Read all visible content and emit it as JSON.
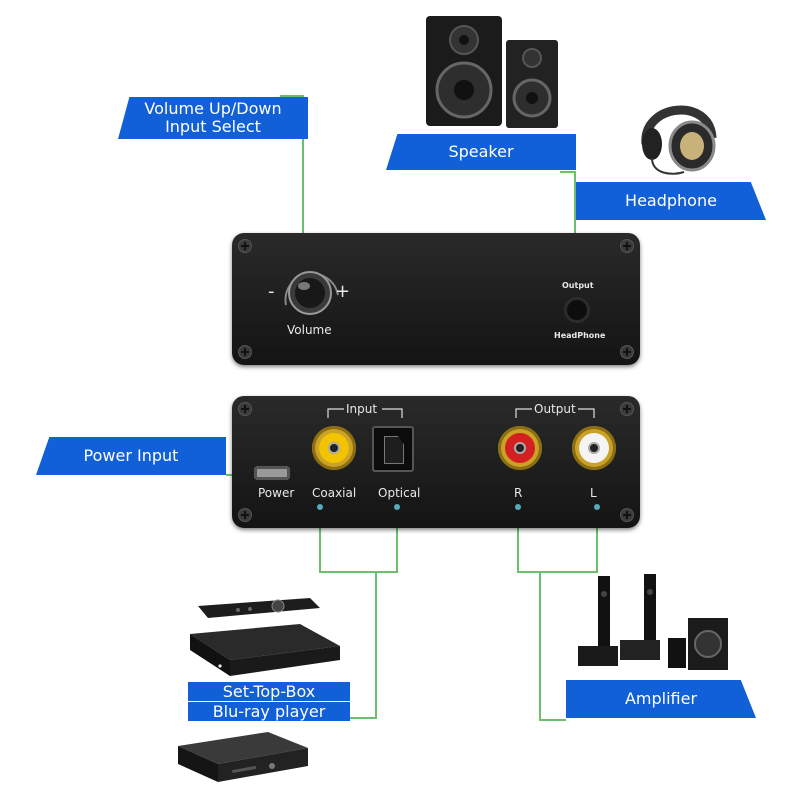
{
  "callouts": {
    "volume": [
      "Volume Up/Down",
      "Input Select"
    ],
    "speaker": "Speaker",
    "headphone": "Headphone",
    "power_input": "Power Input",
    "set_top_box": "Set-Top-Box",
    "bluray": "Blu-ray player",
    "amplifier": "Amplifier"
  },
  "front_panel": {
    "minus": "-",
    "plus": "+",
    "volume": "Volume",
    "output": "Output",
    "headphone": "HeadPhone"
  },
  "rear_panel": {
    "input_group": "Input",
    "output_group": "Output",
    "power": "Power",
    "coaxial": "Coaxial",
    "optical": "Optical",
    "r": "R",
    "l": "L"
  },
  "colors": {
    "callout_blue": "#1160d8",
    "connector_line": "#6cbf6c",
    "coaxial_ring": "#f2c400",
    "right_ring": "#d42020",
    "left_ring": "#f4f4f4"
  },
  "icons": [
    "speaker-icon",
    "headphone-icon",
    "set-top-box-icon",
    "remote-control-icon",
    "bluray-player-icon",
    "amplifier-speakers-icon"
  ]
}
